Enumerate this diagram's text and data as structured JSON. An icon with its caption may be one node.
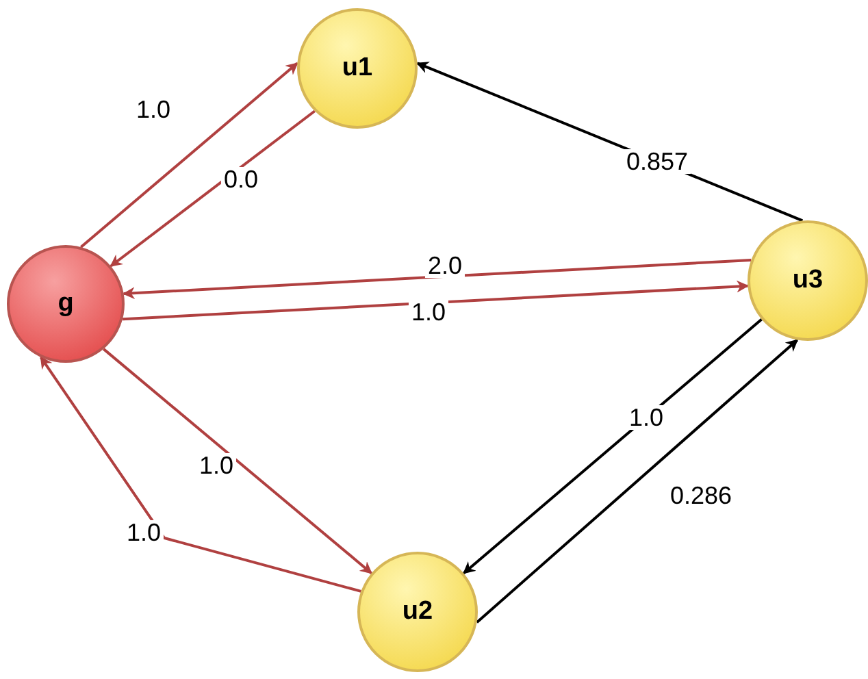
{
  "diagram": {
    "nodes": [
      {
        "text": [
          "g"
        ]
      },
      {
        "text": [
          "u1"
        ]
      },
      {
        "text": [
          "u3"
        ]
      },
      {
        "text": [
          "u2"
        ]
      }
    ],
    "edges": [
      {
        "from": 0,
        "to": 1,
        "arrow": "to",
        "label": "1.0"
      },
      {
        "from": 1,
        "to": 0,
        "arrow": "to",
        "label": "0.0"
      },
      {
        "from": 2,
        "to": 0,
        "arrow": "to",
        "label": "2.0"
      },
      {
        "from": 0,
        "to": 2,
        "arrow": "to",
        "label": "1.0"
      },
      {
        "from": 2,
        "to": 1,
        "arrow": "to",
        "label": "0.857",
        "color": "#000000"
      },
      {
        "from": 0,
        "to": 3,
        "arrow": "to",
        "label": "1.0"
      },
      {
        "from": 3,
        "to": 0,
        "arrow": "to",
        "label": "1.0"
      },
      {
        "from": 2,
        "to": 3,
        "arrow": "to",
        "label": "1.0",
        "color": "#000000"
      },
      {
        "from": 3,
        "to": 2,
        "arrow": "to",
        "label": "0.286",
        "color": "#000000"
      }
    ]
  }
}
